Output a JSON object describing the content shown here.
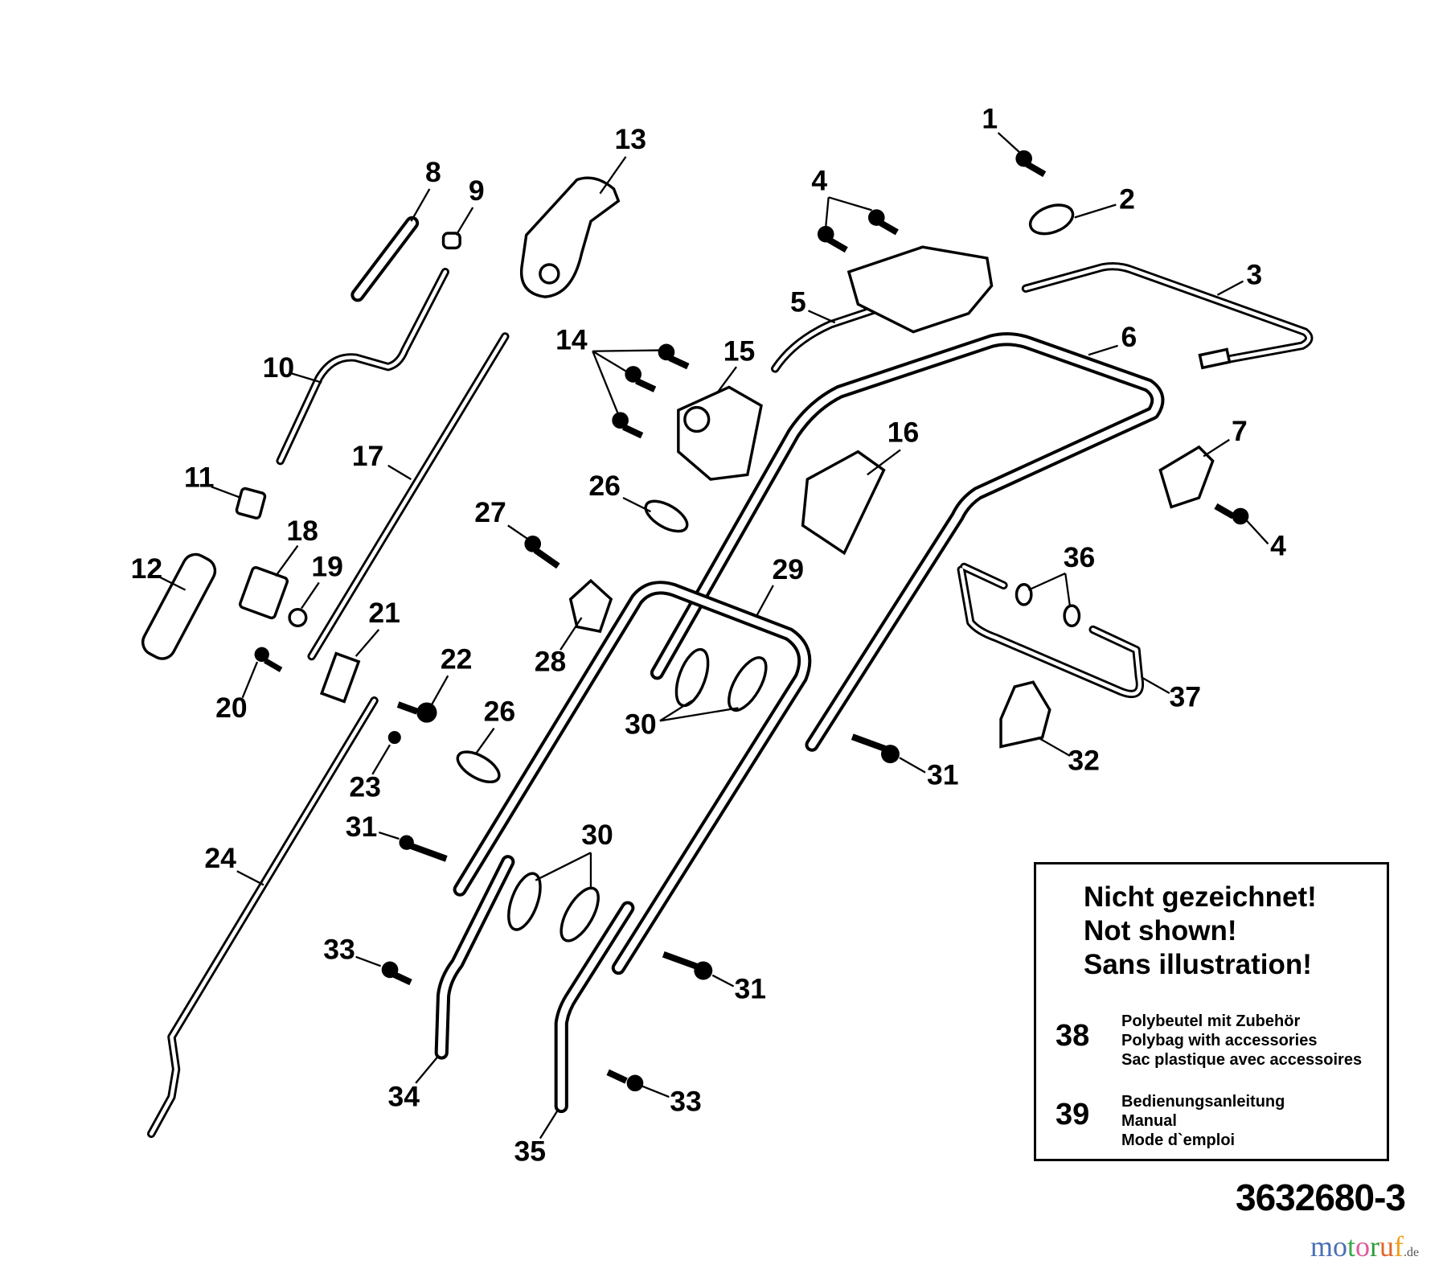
{
  "callouts": [
    "1",
    "2",
    "3",
    "4",
    "4",
    "5",
    "6",
    "7",
    "8",
    "9",
    "10",
    "11",
    "12",
    "13",
    "14",
    "15",
    "16",
    "17",
    "18",
    "19",
    "20",
    "21",
    "22",
    "23",
    "24",
    "26",
    "26",
    "27",
    "28",
    "29",
    "30",
    "30",
    "31",
    "31",
    "31",
    "32",
    "33",
    "33",
    "34",
    "35",
    "36",
    "37"
  ],
  "note_box": {
    "heading": [
      "Nicht gezeichnet!",
      "Not shown!",
      "Sans illustration!"
    ],
    "items": [
      {
        "number": "38",
        "lines": [
          "Polybeutel mit Zubehör",
          "Polybag with accessories",
          "Sac plastique avec accessoires"
        ]
      },
      {
        "number": "39",
        "lines": [
          "Bedienungsanleitung",
          "Manual",
          "Mode d`emploi"
        ]
      }
    ]
  },
  "drawing_number": "3632680-3",
  "watermark": {
    "name": "motoruf",
    "suffix": ".de",
    "colors": [
      "#4a6fb5",
      "#4a6fb5",
      "#3aa64a",
      "#e05a9a",
      "#2e9c3e",
      "#e0662a",
      "#f0a020"
    ]
  }
}
